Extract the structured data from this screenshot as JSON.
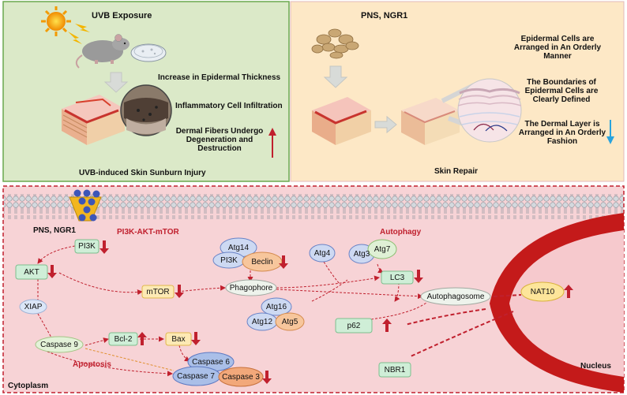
{
  "top_left": {
    "exposure_label": "UVB Exposure",
    "finding_1": "Increase in Epidermal Thickness",
    "finding_2": "Inflammatory Cell Infiltration",
    "finding_3": "Dermal Fibers Undergo Degeneration and Destruction",
    "caption": "UVB-induced Skin Sunburn Injury",
    "colors": {
      "background": "#dbe9c8",
      "border": "#6aa84f"
    }
  },
  "top_right": {
    "treatment_label": "PNS, NGR1",
    "finding_1": "Epidermal Cells are Arranged in An Orderly Manner",
    "finding_2": "The Boundaries of Epidermal Cells are Clearly Defined",
    "finding_3": "The Dermal Layer is Arranged in An Orderly Fashion",
    "caption": "Skin Repair",
    "colors": {
      "background": "#fde8c6",
      "border": "#e2b9b9"
    }
  },
  "bottom": {
    "treatment_label": "PNS, NGR1",
    "pathway_label": "PI3K-AKT-mTOR",
    "autophagy_label": "Autophagy",
    "apoptosis_label": "Apoptosis",
    "cytoplasm_label": "Cytoplasm",
    "nucleus_label": "Nucleus",
    "nodes": {
      "pi3k": "PI3K",
      "akt": "AKT",
      "xiap": "XIAP",
      "caspase9": "Caspase 9",
      "bcl2": "Bcl-2",
      "bax": "Bax",
      "caspase6": "Caspase 6",
      "caspase7": "Caspase 7",
      "caspase3": "Caspase 3",
      "mtor": "mTOR",
      "atg14": "Atg14",
      "pi3k_complex": "PI3K",
      "beclin": "Beclin",
      "phagophore": "Phagophore",
      "atg4": "Atg4",
      "atg3": "Atg3",
      "atg7": "Atg7",
      "lc3": "LC3",
      "atg16": "Atg16",
      "atg12": "Atg12",
      "atg5": "Atg5",
      "autophagosome": "Autophagosome",
      "p62": "p62",
      "nbr1": "NBR1",
      "nat10": "NAT10"
    },
    "colors": {
      "background": "#f7d3d6",
      "border": "#c0202e",
      "nucleus": "#c01818",
      "arrow_up_down": "#c0202e"
    }
  }
}
